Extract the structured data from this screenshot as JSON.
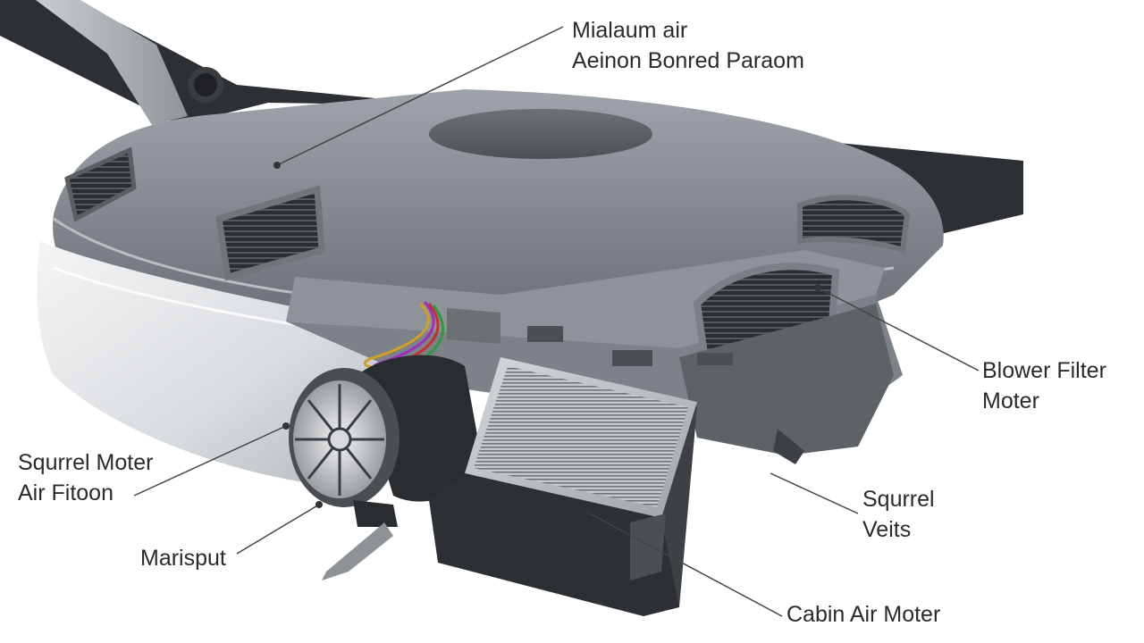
{
  "diagram": {
    "labels": {
      "top": [
        "Mialaum air",
        "Aeinon Bonred Paraom"
      ],
      "blower": [
        "Blower Filter",
        "Moter"
      ],
      "squirrel_left": [
        "Squrrel Moter",
        "Air Fitoon"
      ],
      "squirrel_right": [
        "Squrrel",
        "Veits"
      ],
      "manifold": [
        "Marisput"
      ],
      "cabin": [
        "Cabin Air Moter"
      ]
    }
  }
}
